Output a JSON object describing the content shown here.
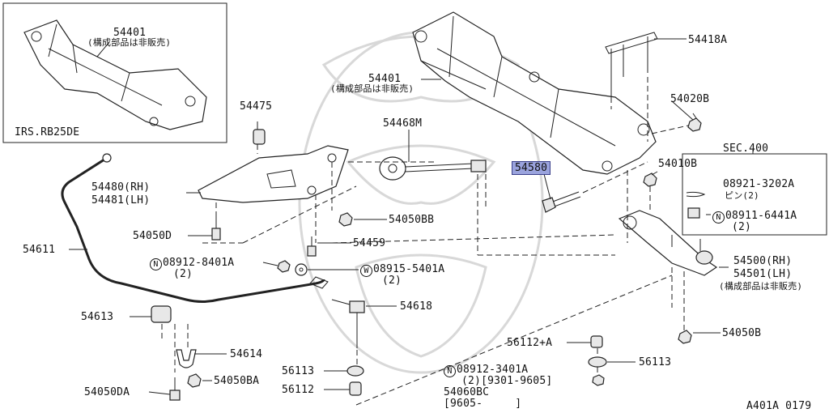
{
  "inset": {
    "code": "54401",
    "note": "(構成部品は非販売)",
    "variant": "IRS.RB25DE"
  },
  "labels": {
    "p54401": "54401",
    "p54401_note": "(構成部品は非販売)",
    "p54418A": "54418A",
    "p54475": "54475",
    "p54468M": "54468M",
    "p54020B": "54020B",
    "sec400": "SEC.400",
    "p54580": "54580",
    "p54010B": "54010B",
    "p08921": "08921-3202A",
    "p08921_sub": "ピン(2)",
    "p08911_circ": "N",
    "p08911": "08911-6441A",
    "p08911_qty": "(2)",
    "p54480": "54480(RH)",
    "p54481": "54481(LH)",
    "p54050BB": "54050BB",
    "p54050D": "54050D",
    "p54459": "54459",
    "p54611": "54611",
    "p08912a_circ": "N",
    "p08912a": "08912-8401A",
    "p08912a_qty": "(2)",
    "p08915_circ": "W",
    "p08915": "08915-5401A",
    "p08915_qty": "(2)",
    "p54500": "54500(RH)",
    "p54501": "54501(LH)",
    "p54500_note": "(構成部品は非販売)",
    "p54618": "54618",
    "p54613": "54613",
    "p54614": "54614",
    "p54050B": "54050B",
    "p56112A": "56112+A",
    "p56113a": "56113",
    "p56113b": "56113",
    "p08912b_circ": "N",
    "p08912b": "08912-3401A",
    "p08912b_range": "(2)[9301-9605]",
    "p54060BC": "54060BC",
    "p54060BC_range": "[9605-     ]",
    "p56112": "56112",
    "p54050DA": "54050DA",
    "p54050BA": "54050BA",
    "figure_code": "A401A 0179"
  },
  "highlight_color": "#9aa3dd"
}
